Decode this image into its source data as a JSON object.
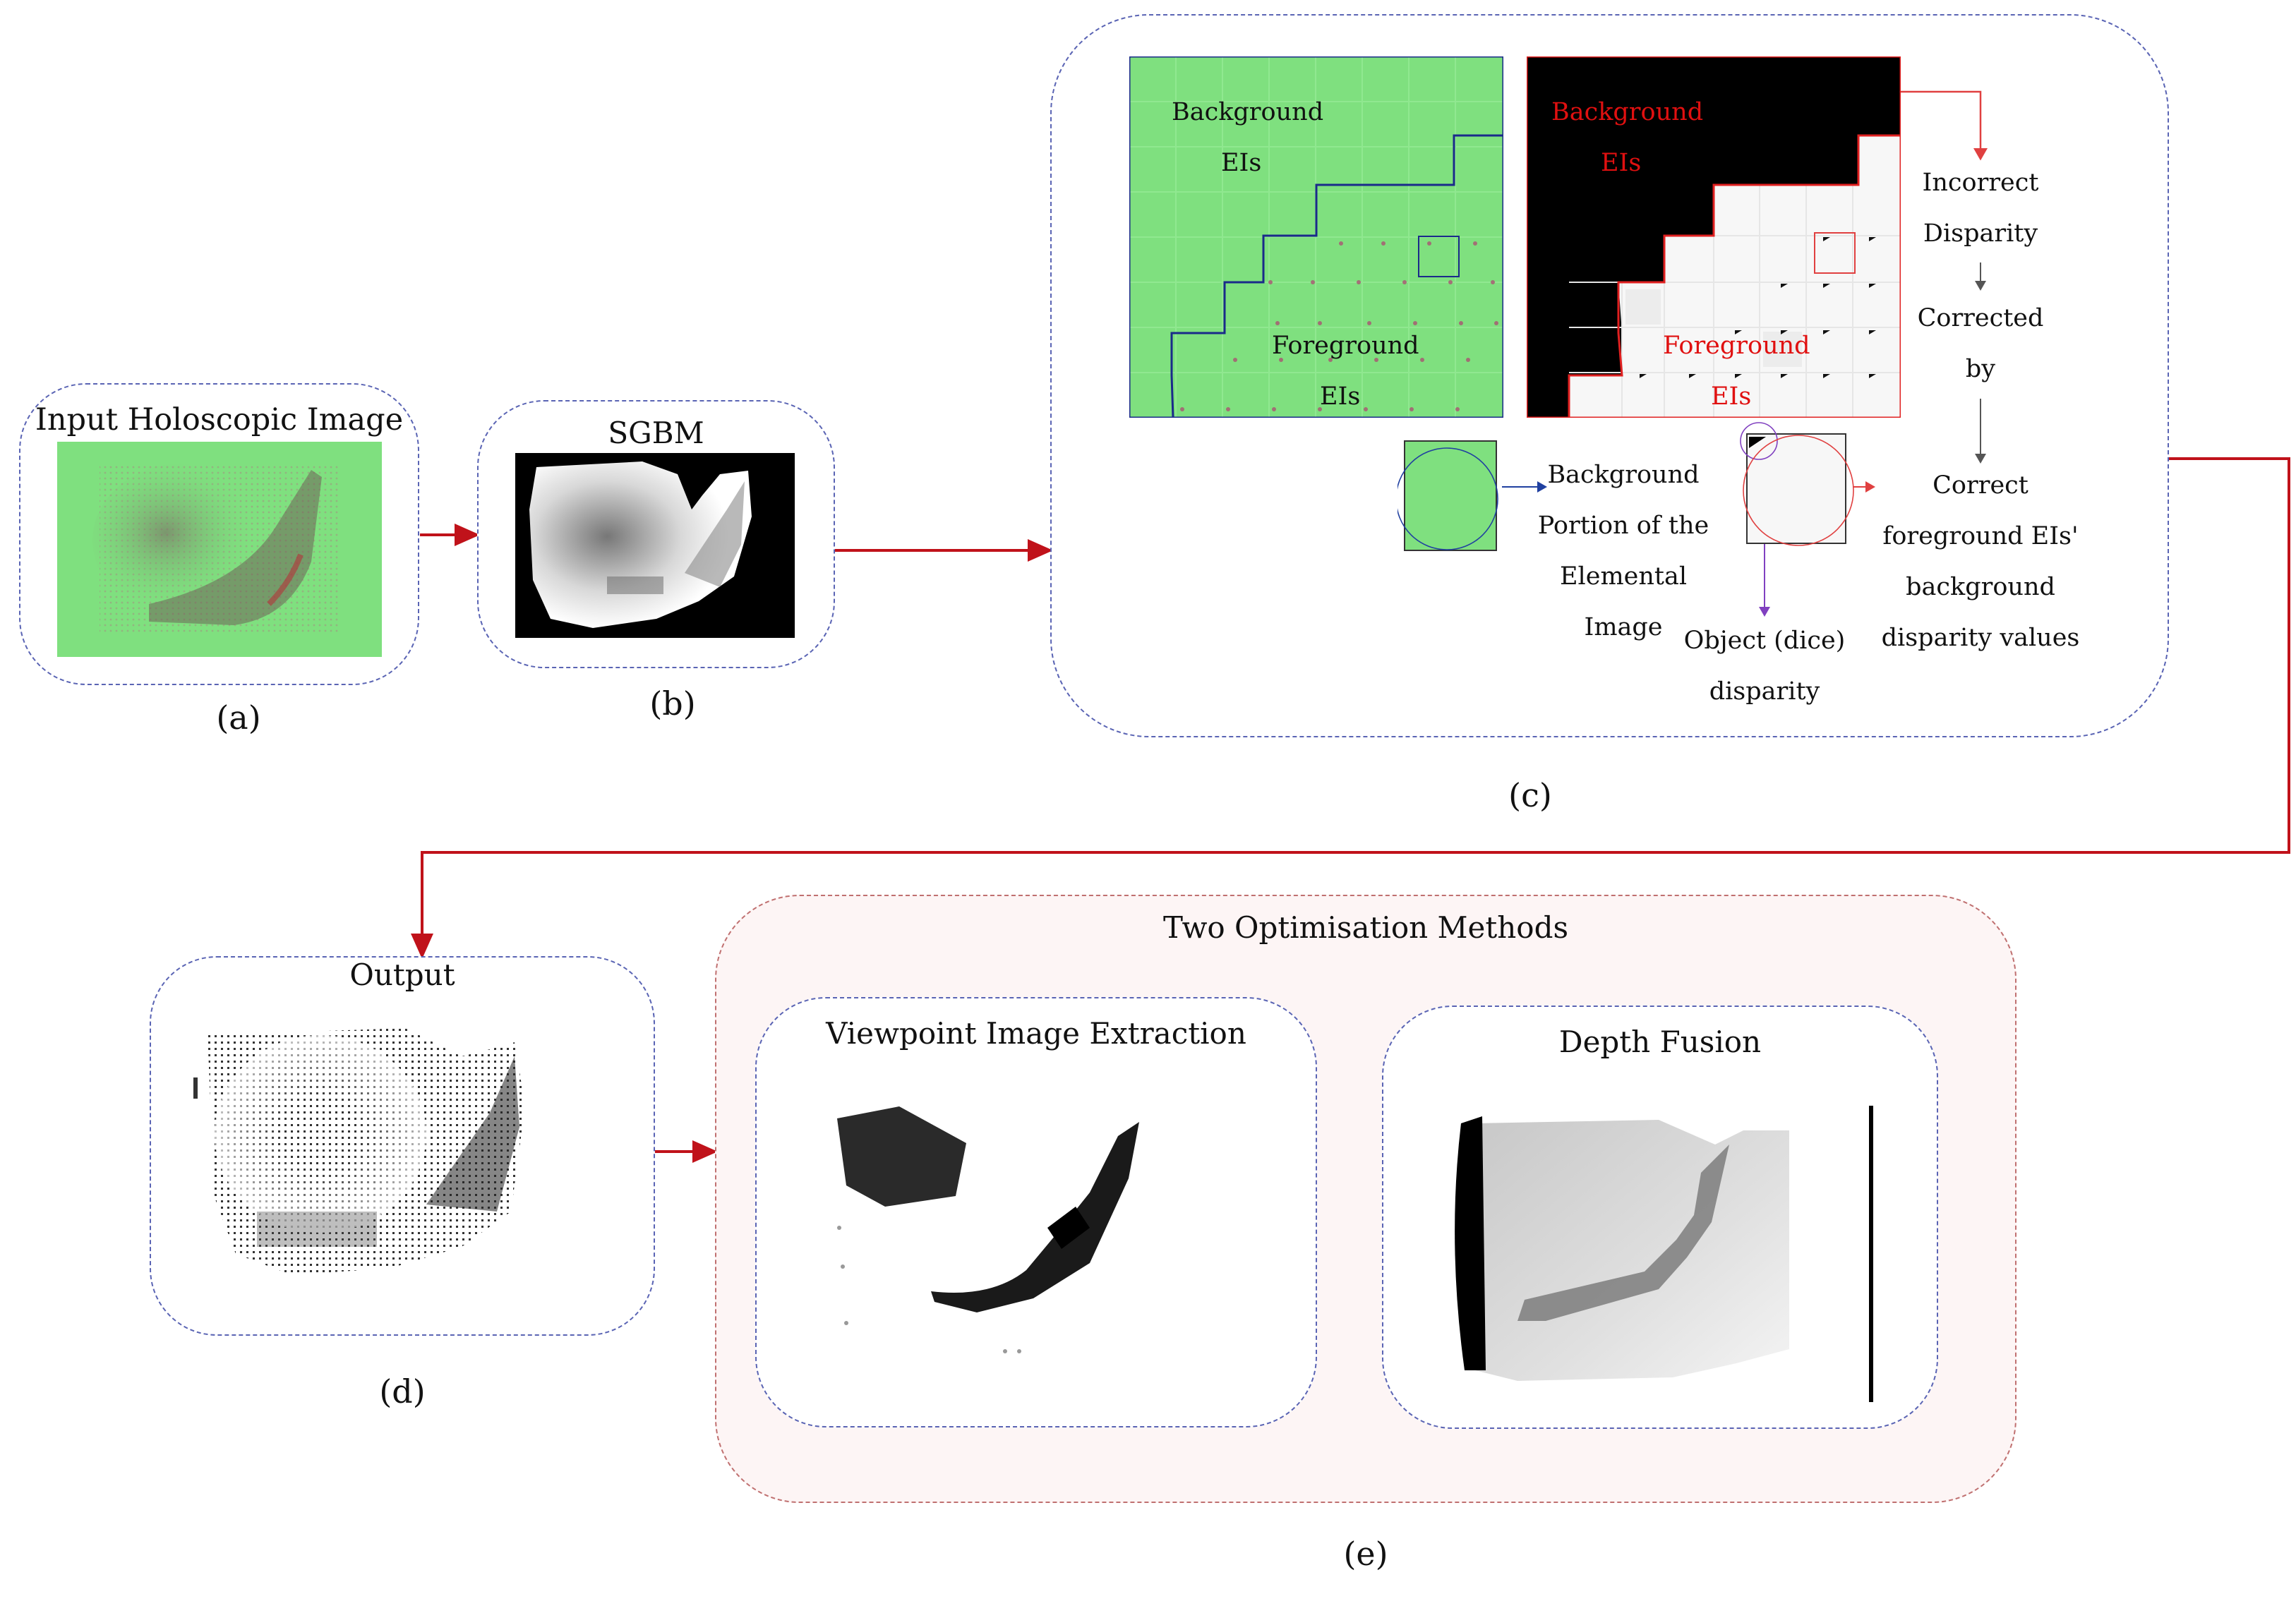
{
  "panel_a": {
    "title": "Input Holoscopic Image",
    "caption": "(a)"
  },
  "panel_b": {
    "title": "SGBM",
    "caption": "(b)"
  },
  "panel_c": {
    "caption": "(c)",
    "green_grid": {
      "background_label": [
        "Background",
        "EIs"
      ],
      "foreground_label": [
        "Foreground",
        "EIs"
      ]
    },
    "black_grid": {
      "background_label": [
        "Background",
        "EIs"
      ],
      "foreground_label": [
        "Foreground",
        "EIs"
      ]
    },
    "flow": [
      "Incorrect",
      "Disparity",
      "Corrected",
      "by",
      "Correct",
      "foreground EIs'",
      "background",
      "disparity values"
    ],
    "bg_portion": [
      "Background",
      "Portion of the",
      "Elemental",
      "Image"
    ],
    "object_disparity": [
      "Object (dice)",
      "disparity"
    ]
  },
  "panel_d": {
    "title": "Output",
    "caption": "(d)"
  },
  "panel_e": {
    "title": "Two Optimisation Methods",
    "caption": "(e)",
    "method1": "Viewpoint Image Extraction",
    "method2": "Depth Fusion"
  },
  "colors": {
    "green": "#7fe07f",
    "red_arrow": "#c0121a",
    "blue_border": "#5a64b4",
    "red_text": "#e01010",
    "pink_panel": "#fdf5f5"
  }
}
